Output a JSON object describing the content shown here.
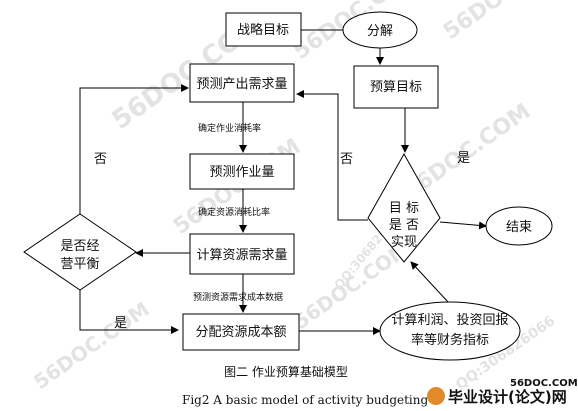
{
  "nodes": {
    "strategy": "战略目标",
    "decompose": "分解",
    "budget_target": "预算目标",
    "forecast_demand": "预测产出需求量",
    "forecast_activity": "预测作业量",
    "calc_resource": "计算资源需求量",
    "allocate_cost": "分配资源成本额",
    "balance_line1": "是否经",
    "balance_line2": "营平衡",
    "target_line1": "目 标",
    "target_line2": "是 否",
    "target_line3": "实现",
    "indicators_line1": "计算利润、投资回报",
    "indicators_line2": "率等财务指标",
    "end": "结束"
  },
  "edges": {
    "activity_rate": "确定作业消耗率",
    "resource_rate": "确定资源消耗比率",
    "resource_cost_data": "预测资源需求成本数据",
    "no_left": "否",
    "no_middle": "否",
    "yes_right": "是",
    "yes_bottom": "是"
  },
  "caption": {
    "cn": "图二  作业预算基础模型",
    "en": "Fig2      A basic model of activity budgeting"
  },
  "watermark": {
    "brand": "56DOC.COM",
    "phone": "QQ:306826066",
    "footer_site": "56DOC.COM",
    "footer_logo": "毕业设计(论文)网"
  }
}
